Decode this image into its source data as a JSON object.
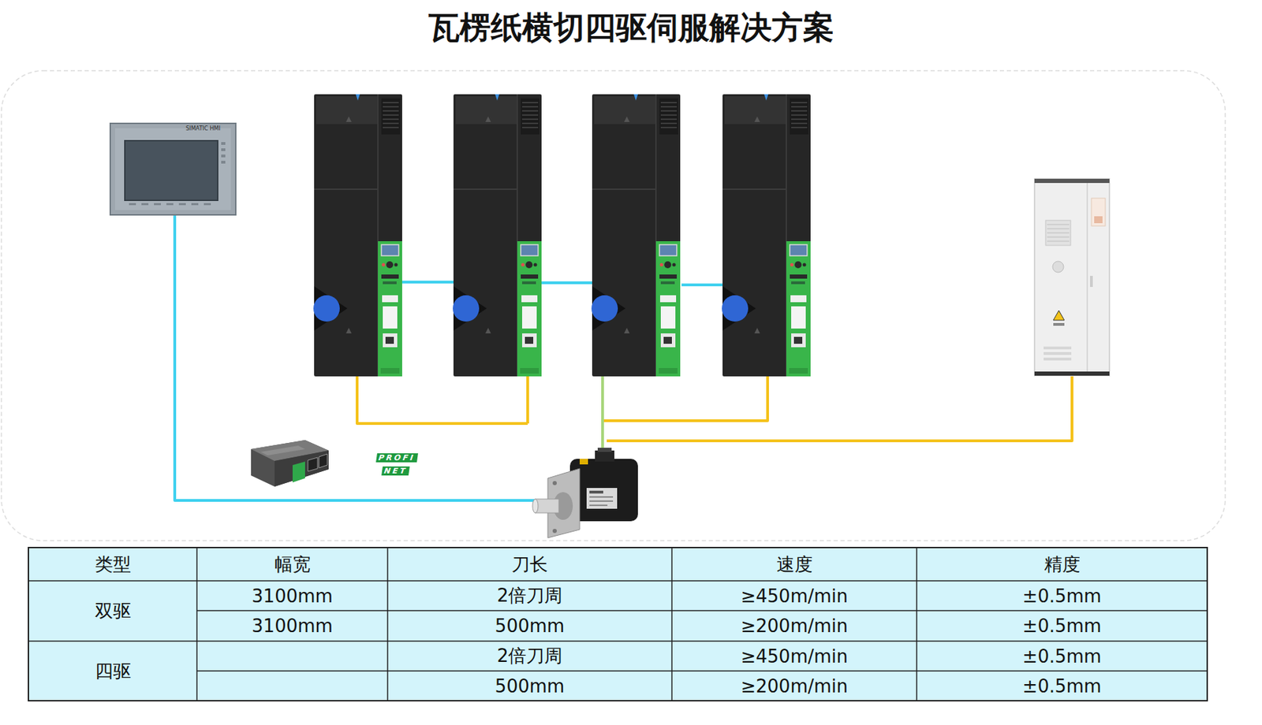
{
  "diagram": {
    "title": "瓦楞纸横切四驱伺服解决方案",
    "labels": [
      "SIMATIC HMI",
      "PROFI",
      "NET",
      "类型",
      "幅宽",
      "刀长",
      "速度",
      "精度",
      "双驱",
      "3100mm",
      "2倍刀周",
      "≥450m/min",
      "±0.5mm",
      "3100mm",
      "500mm",
      "≥200m/min",
      "±0.5mm",
      "四驱",
      "2倍刀周",
      "≥450m/min",
      "±0.5mm",
      "500mm",
      "≥200m/min",
      "±0.5mm"
    ]
  }
}
